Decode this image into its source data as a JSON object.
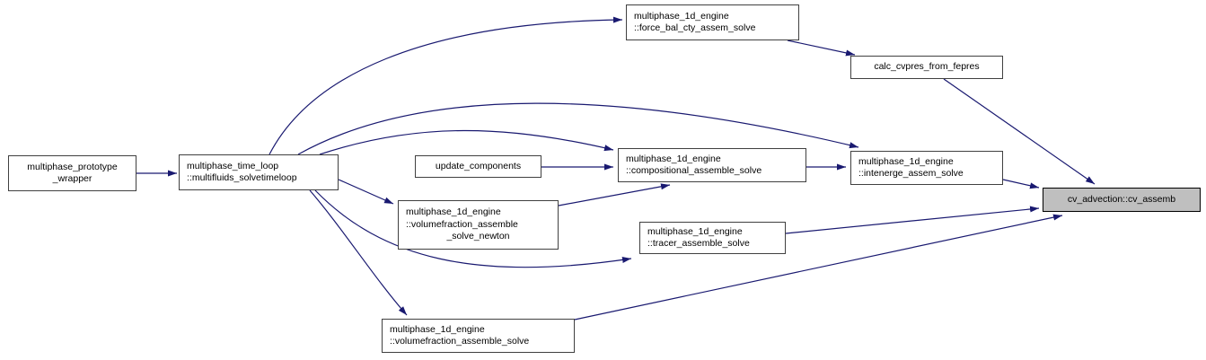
{
  "diagram": {
    "kind": "call-graph",
    "colors": {
      "edge": "#191970",
      "node_bg": "#ffffff",
      "node_border": "#404040",
      "highlight_bg": "#bfbfbf",
      "highlight_border": "#000000",
      "text": "#000000",
      "background": "#ffffff"
    },
    "nodes": [
      {
        "id": "multiphase_prototype_wrapper",
        "highlighted": false,
        "lines": [
          "multiphase_prototype",
          "_wrapper"
        ]
      },
      {
        "id": "multifluids_solvetimeloop",
        "highlighted": false,
        "lines": [
          "multiphase_time_loop",
          "::multifluids_solvetimeloop"
        ]
      },
      {
        "id": "force_bal_cty_assem_solve",
        "highlighted": false,
        "lines": [
          "multiphase_1d_engine",
          "::force_bal_cty_assem_solve"
        ]
      },
      {
        "id": "calc_cvpres_from_fepres",
        "highlighted": false,
        "lines": [
          "calc_cvpres_from_fepres"
        ]
      },
      {
        "id": "update_components",
        "highlighted": false,
        "lines": [
          "update_components"
        ]
      },
      {
        "id": "compositional_assemble_solve",
        "highlighted": false,
        "lines": [
          "multiphase_1d_engine",
          "::compositional_assemble_solve"
        ]
      },
      {
        "id": "volumefraction_assemble_solve_newton",
        "highlighted": false,
        "lines": [
          "multiphase_1d_engine",
          "::volumefraction_assemble",
          "_solve_newton"
        ]
      },
      {
        "id": "tracer_assemble_solve",
        "highlighted": false,
        "lines": [
          "multiphase_1d_engine",
          "::tracer_assemble_solve"
        ]
      },
      {
        "id": "intenerge_assem_solve",
        "highlighted": false,
        "lines": [
          "multiphase_1d_engine",
          "::intenerge_assem_solve"
        ]
      },
      {
        "id": "cv_advection_cv_assemb",
        "highlighted": true,
        "lines": [
          "cv_advection::cv_assemb"
        ]
      },
      {
        "id": "volumefraction_assemble_solve",
        "highlighted": false,
        "lines": [
          "multiphase_1d_engine",
          "::volumefraction_assemble_solve"
        ]
      }
    ],
    "edges": [
      {
        "from": "multiphase_prototype_wrapper",
        "to": "multifluids_solvetimeloop"
      },
      {
        "from": "multifluids_solvetimeloop",
        "to": "force_bal_cty_assem_solve"
      },
      {
        "from": "multifluids_solvetimeloop",
        "to": "intenerge_assem_solve"
      },
      {
        "from": "multifluids_solvetimeloop",
        "to": "compositional_assemble_solve"
      },
      {
        "from": "multifluids_solvetimeloop",
        "to": "volumefraction_assemble_solve_newton"
      },
      {
        "from": "multifluids_solvetimeloop",
        "to": "tracer_assemble_solve"
      },
      {
        "from": "multifluids_solvetimeloop",
        "to": "volumefraction_assemble_solve"
      },
      {
        "from": "update_components",
        "to": "compositional_assemble_solve"
      },
      {
        "from": "volumefraction_assemble_solve_newton",
        "to": "compositional_assemble_solve"
      },
      {
        "from": "compositional_assemble_solve",
        "to": "intenerge_assem_solve"
      },
      {
        "from": "force_bal_cty_assem_solve",
        "to": "calc_cvpres_from_fepres"
      },
      {
        "from": "calc_cvpres_from_fepres",
        "to": "cv_advection_cv_assemb"
      },
      {
        "from": "intenerge_assem_solve",
        "to": "cv_advection_cv_assemb"
      },
      {
        "from": "tracer_assemble_solve",
        "to": "cv_advection_cv_assemb"
      },
      {
        "from": "volumefraction_assemble_solve",
        "to": "cv_advection_cv_assemb"
      }
    ]
  }
}
